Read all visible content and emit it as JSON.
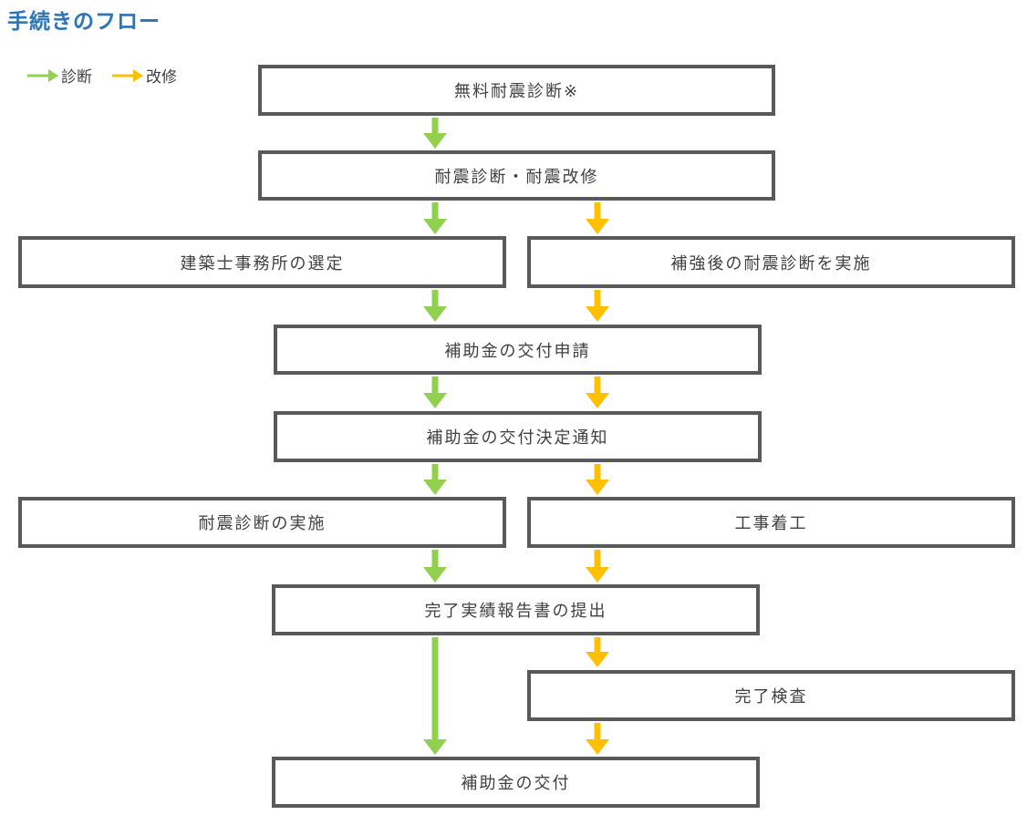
{
  "title": "手続きのフロー",
  "legend": {
    "items": [
      {
        "label": "診断",
        "type": "diagnosis",
        "color": "#92d050"
      },
      {
        "label": "改修",
        "type": "renovation",
        "color": "#ffc000"
      }
    ]
  },
  "colors": {
    "diagnosis_green": "#92d050",
    "renovation_orange": "#ffc000",
    "box_border": "#595959",
    "box_text": "#404040",
    "title_blue": "#2e75b6"
  },
  "nodes": {
    "free_diagnosis": "無料耐震診断※",
    "diagnosis_renovation": "耐震診断・耐震改修",
    "architect_selection": "建築士事務所の選定",
    "post_reinforcement_diagnosis": "補強後の耐震診断を実施",
    "grant_application": "補助金の交付申請",
    "grant_decision_notice": "補助金の交付決定通知",
    "diagnosis_implementation": "耐震診断の実施",
    "construction_start": "工事着工",
    "completion_report": "完了実績報告書の提出",
    "completion_inspection": "完了検査",
    "subsidy_grant": "補助金の交付"
  },
  "edges": [
    {
      "from": "free_diagnosis",
      "to": "diagnosis_renovation",
      "type": "diagnosis"
    },
    {
      "from": "diagnosis_renovation",
      "to": "architect_selection",
      "type": "diagnosis"
    },
    {
      "from": "diagnosis_renovation",
      "to": "post_reinforcement_diagnosis",
      "type": "renovation"
    },
    {
      "from": "architect_selection",
      "to": "grant_application",
      "type": "diagnosis"
    },
    {
      "from": "post_reinforcement_diagnosis",
      "to": "grant_application",
      "type": "renovation"
    },
    {
      "from": "grant_application",
      "to": "grant_decision_notice",
      "type": "diagnosis"
    },
    {
      "from": "grant_application",
      "to": "grant_decision_notice",
      "type": "renovation"
    },
    {
      "from": "grant_decision_notice",
      "to": "diagnosis_implementation",
      "type": "diagnosis"
    },
    {
      "from": "grant_decision_notice",
      "to": "construction_start",
      "type": "renovation"
    },
    {
      "from": "diagnosis_implementation",
      "to": "completion_report",
      "type": "diagnosis"
    },
    {
      "from": "construction_start",
      "to": "completion_report",
      "type": "renovation"
    },
    {
      "from": "completion_report",
      "to": "subsidy_grant",
      "type": "diagnosis"
    },
    {
      "from": "completion_report",
      "to": "completion_inspection",
      "type": "renovation"
    },
    {
      "from": "completion_inspection",
      "to": "subsidy_grant",
      "type": "renovation"
    }
  ]
}
